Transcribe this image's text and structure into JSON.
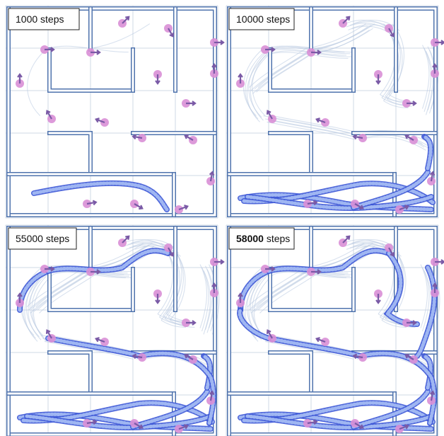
{
  "panels": [
    {
      "id": "p1",
      "value": "1000",
      "unit": " steps",
      "bold_value": false,
      "stage": 0
    },
    {
      "id": "p2",
      "value": "10000",
      "unit": " steps",
      "bold_value": false,
      "stage": 1
    },
    {
      "id": "p3",
      "value": "55000",
      "unit": " steps",
      "bold_value": false,
      "stage": 2
    },
    {
      "id": "p4",
      "value": "58000",
      "unit": " steps",
      "bold_value": true,
      "stage": 3
    }
  ],
  "colors": {
    "wall": "#4f73ad",
    "grid": "#cfd8e6",
    "trajectory": "#3c57d6",
    "faint_trajectory": "#b8c8e0",
    "goal_dot": "#d98fd6",
    "arrow": "#7a5aa6"
  }
}
